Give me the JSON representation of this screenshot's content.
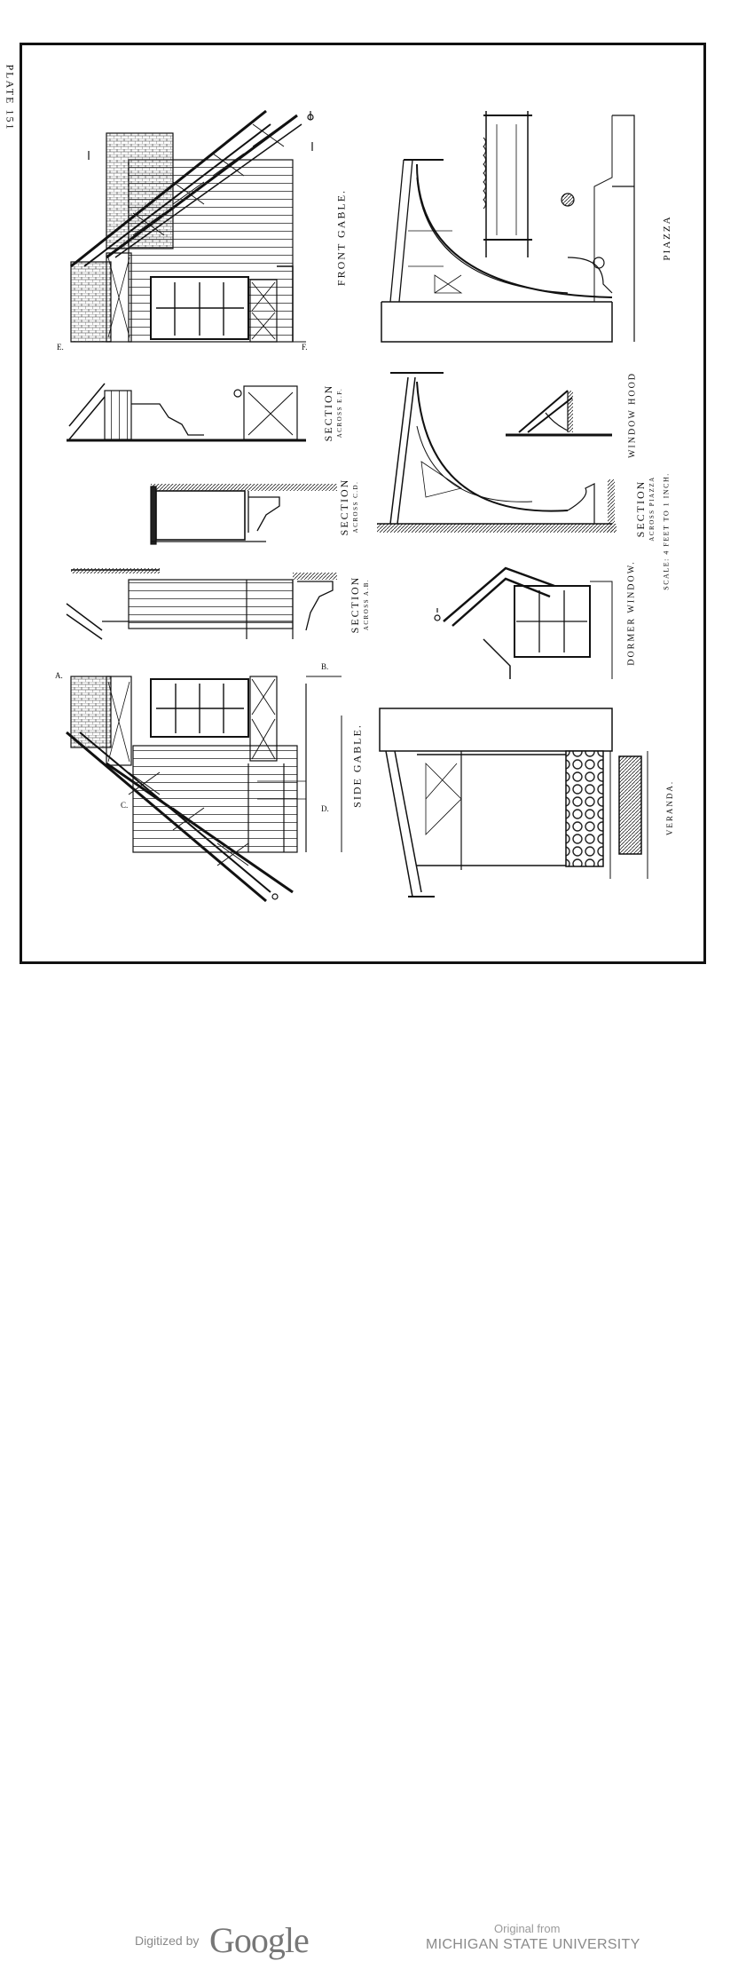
{
  "plate": {
    "title": "PLATE 151"
  },
  "labels": {
    "front_gable": "FRONT GABLE.",
    "section_ef": "SECTION",
    "section_ef_sub": "ACROSS E.F.",
    "section_cd": "SECTION",
    "section_cd_sub": "ACROSS C.D.",
    "section_ab": "SECTION",
    "section_ab_sub": "ACROSS A.B.",
    "side_gable": "SIDE GABLE.",
    "piazza": "PIAZZA",
    "window_hood": "WINDOW HOOD",
    "section_piazza": "SECTION",
    "section_piazza_sub": "ACROSS PIAZZA",
    "scale": "SCALE: 4 FEET TO 1 INCH.",
    "dormer_window": "DORMER WINDOW.",
    "veranda": "VERANDA."
  },
  "markers": {
    "a": "A.",
    "b": "B.",
    "c": "C.",
    "d": "D.",
    "e": "E.",
    "f": "F."
  },
  "footer": {
    "digitized_by": "Digitized by",
    "google": "Google",
    "original_from": "Original from",
    "institution": "MICHIGAN STATE UNIVERSITY"
  }
}
